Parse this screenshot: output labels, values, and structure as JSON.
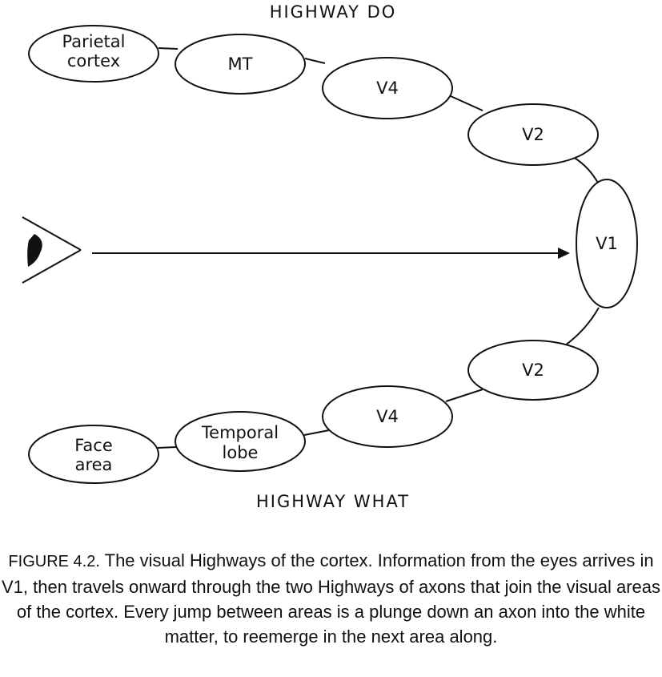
{
  "highway_do_title": "HIGHWAY DO",
  "highway_what_title": "HIGHWAY WHAT",
  "nodes": {
    "parietal_cortex": [
      "Parietal",
      "cortex"
    ],
    "mt": "MT",
    "v4_top": "V4",
    "v2_top": "V2",
    "v1": "V1",
    "v2_bottom": "V2",
    "v4_bottom": "V4",
    "temporal_lobe": [
      "Temporal",
      "lobe"
    ],
    "face_area": [
      "Face",
      "area"
    ]
  },
  "caption": {
    "figure_number": "FIGURE 4.2.",
    "text": "The visual Highways of the cortex. Information from the eyes arrives in V1, then travels onward through the two Highways of axons that join the visual areas of the cortex. Every jump between areas is a plunge down an axon into the white matter, to reemerge in the next area along."
  }
}
